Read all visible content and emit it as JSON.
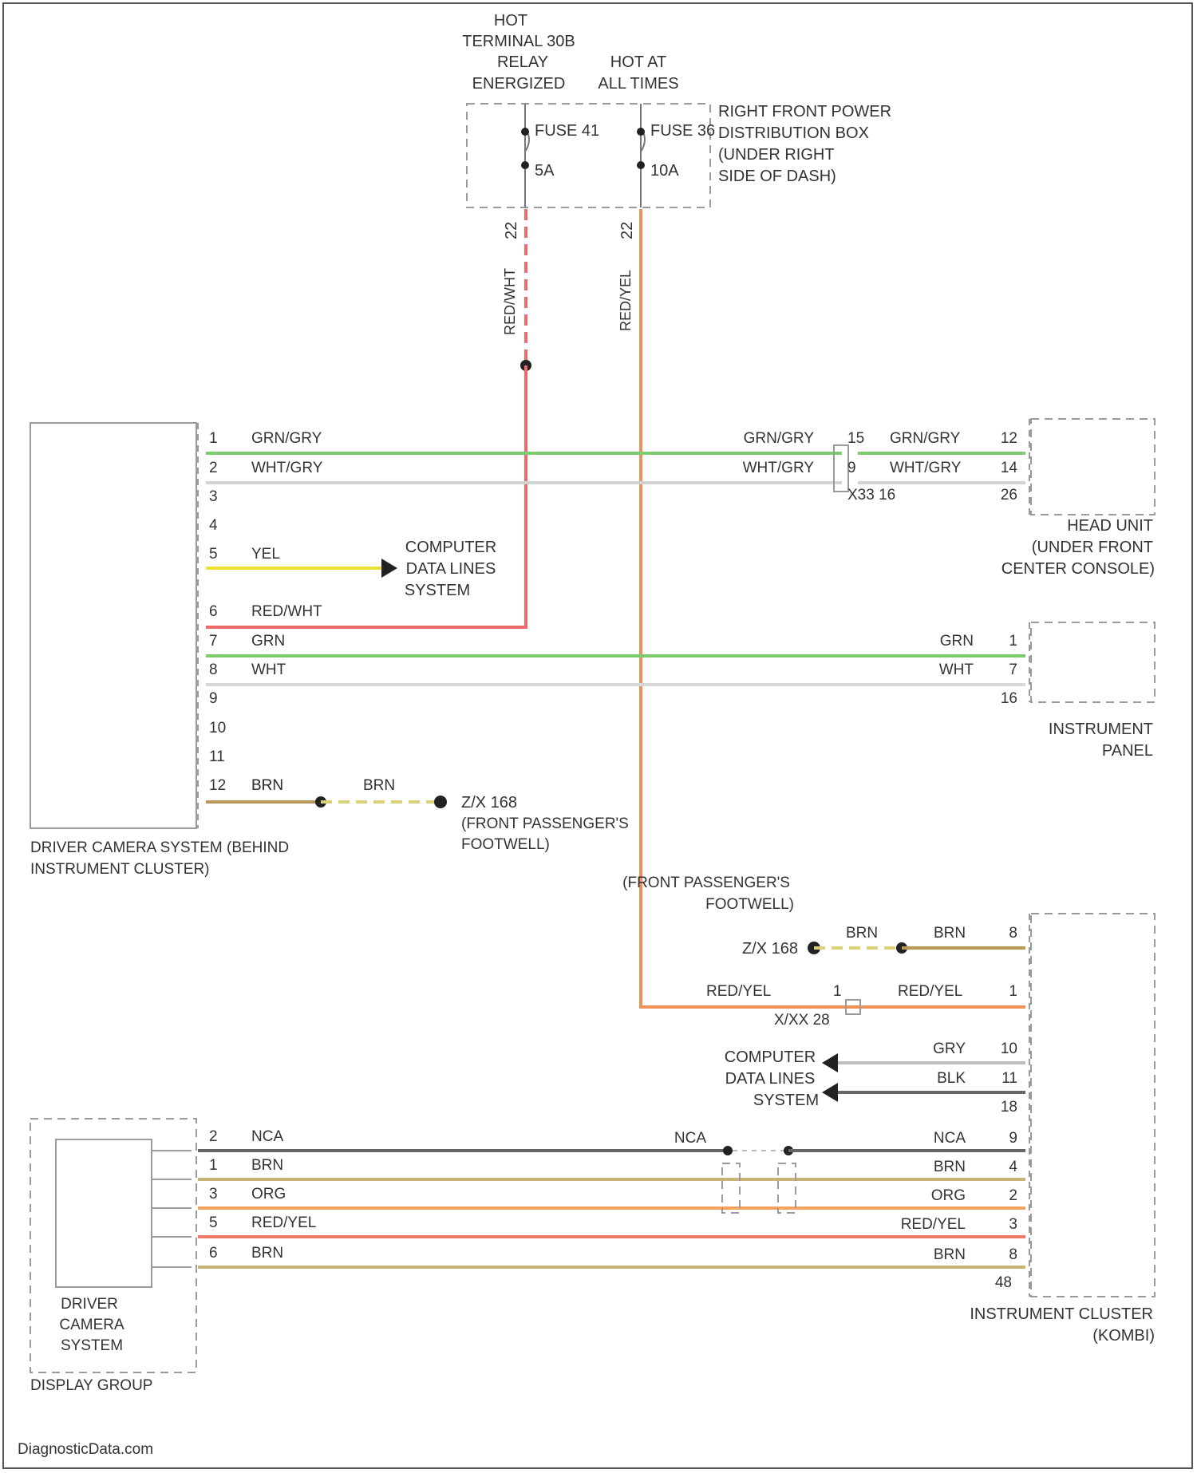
{
  "top": {
    "hot_relay_label": [
      "HOT",
      "TERMINAL 30B",
      "RELAY",
      "ENERGIZED"
    ],
    "hot_all_times_label": [
      "HOT AT",
      "ALL TIMES"
    ],
    "power_box_label": [
      "RIGHT FRONT POWER",
      "DISTRIBUTION BOX",
      "(UNDER RIGHT",
      "SIDE OF DASH)"
    ],
    "fuse_a": {
      "name": "FUSE 41",
      "rating": "5A",
      "pin": "22",
      "wire": "RED/WHT"
    },
    "fuse_b": {
      "name": "FUSE 36",
      "rating": "10A",
      "pin": "22",
      "wire": "RED/YEL"
    }
  },
  "camera_module": {
    "label": "DRIVER CAMERA SYSTEM (BEHIND INSTRUMENT CLUSTER)",
    "pins": [
      {
        "num": "1",
        "wire": "GRN/GRY"
      },
      {
        "num": "2",
        "wire": "WHT/GRY"
      },
      {
        "num": "3",
        "wire": ""
      },
      {
        "num": "4",
        "wire": ""
      },
      {
        "num": "5",
        "wire": "YEL"
      },
      {
        "num": "6",
        "wire": "RED/WHT"
      },
      {
        "num": "7",
        "wire": "GRN"
      },
      {
        "num": "8",
        "wire": "WHT"
      },
      {
        "num": "9",
        "wire": ""
      },
      {
        "num": "10",
        "wire": ""
      },
      {
        "num": "11",
        "wire": ""
      },
      {
        "num": "12",
        "wire": "BRN"
      }
    ]
  },
  "head_unit": {
    "label": [
      "HEAD UNIT",
      "(UNDER FRONT",
      "CENTER CONSOLE)"
    ],
    "connector": "X33 16",
    "inline_pins": [
      "15",
      "9"
    ],
    "inline_wires": [
      "GRN/GRY",
      "WHT/GRY"
    ],
    "out_wires": [
      "GRN/GRY",
      "WHT/GRY"
    ],
    "pins": [
      "12",
      "14",
      "26"
    ]
  },
  "computer_data_lines_1": [
    "COMPUTER",
    "DATA LINES",
    "SYSTEM"
  ],
  "instrument_panel": {
    "label": [
      "INSTRUMENT",
      "PANEL"
    ],
    "wires": [
      "GRN",
      "WHT"
    ],
    "pins": [
      "1",
      "7",
      "16"
    ]
  },
  "ground_1": {
    "wire_1": "BRN",
    "wire_2": "BRN",
    "label": "Z/X 168",
    "location": [
      "(FRONT PASSENGER'S",
      "FOOTWELL)"
    ]
  },
  "ground_2": {
    "location": [
      "(FRONT PASSENGER'S",
      "FOOTWELL)"
    ],
    "label": "Z/X 168",
    "wire_1": "BRN",
    "wire_2": "BRN",
    "pin": "8"
  },
  "cluster": {
    "label": [
      "INSTRUMENT CLUSTER",
      "(KOMBI)"
    ],
    "feed_wire_1": "RED/YEL",
    "feed_inline_pin": "1",
    "feed_connector": "X/XX 28",
    "feed_wire_2": "RED/YEL",
    "feed_pin": "1",
    "data_label": [
      "COMPUTER",
      "DATA LINES",
      "SYSTEM"
    ],
    "data_wires": [
      "GRY",
      "BLK"
    ],
    "data_pins": [
      "10",
      "11",
      "18"
    ]
  },
  "display_group": {
    "inner_label": [
      "DRIVER",
      "CAMERA",
      "SYSTEM"
    ],
    "outer_label": "DISPLAY GROUP",
    "rows": [
      {
        "left_pin": "2",
        "left_wire": "NCA",
        "mid_wire": "NCA",
        "right_wire": "NCA",
        "right_pin": "9"
      },
      {
        "left_pin": "1",
        "left_wire": "BRN",
        "mid_wire": "",
        "right_wire": "BRN",
        "right_pin": "4"
      },
      {
        "left_pin": "3",
        "left_wire": "ORG",
        "mid_wire": "",
        "right_wire": "ORG",
        "right_pin": "2"
      },
      {
        "left_pin": "5",
        "left_wire": "RED/YEL",
        "mid_wire": "",
        "right_wire": "RED/YEL",
        "right_pin": "3"
      },
      {
        "left_pin": "6",
        "left_wire": "BRN",
        "mid_wire": "",
        "right_wire": "BRN",
        "right_pin": "8"
      }
    ],
    "end_pin": "48"
  },
  "watermark": "DiagnosticData.com",
  "colors": {
    "grn": "#7ccb6e",
    "wht": "#d8d8d8",
    "yel": "#f2e12e",
    "red": "#ee6a6a",
    "orange": "#f2905a",
    "brn": "#b8995a",
    "gry": "#bdbdbd",
    "blk": "#666666",
    "box": "#9a9a9a"
  }
}
